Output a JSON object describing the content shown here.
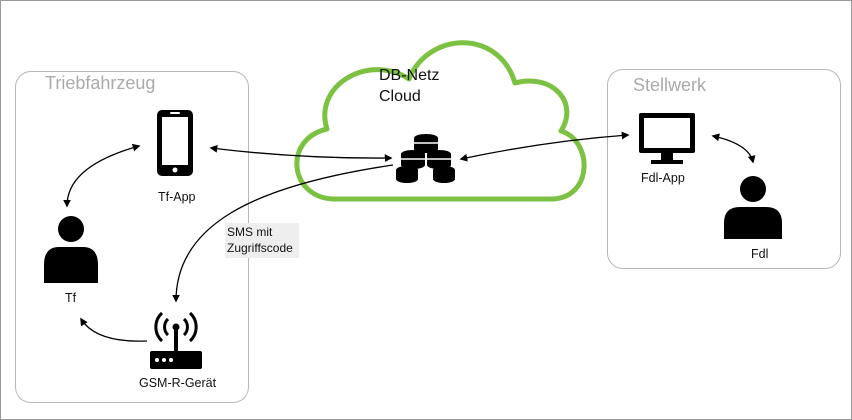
{
  "groups": {
    "train": {
      "title": "Triebfahrzeug"
    },
    "signalbox": {
      "title": "Stellwerk"
    }
  },
  "cloud": {
    "line1": "DB-Netz",
    "line2": "Cloud"
  },
  "nodes": {
    "tf_app": "Tf-App",
    "tf": "Tf",
    "gsm": "GSM-R-Gerät",
    "fdl_app": "Fdl-App",
    "fdl": "Fdl"
  },
  "sms": {
    "line1": "SMS mit",
    "line2": "Zugriffscode"
  },
  "colors": {
    "cloud_outline": "#7dc142",
    "box_border": "#b8b8b8",
    "title_gray": "#aaaaaa",
    "icon": "#000000"
  },
  "icons": [
    "smartphone-icon",
    "person-icon",
    "router-icon",
    "database-icon",
    "monitor-icon",
    "person-icon"
  ]
}
